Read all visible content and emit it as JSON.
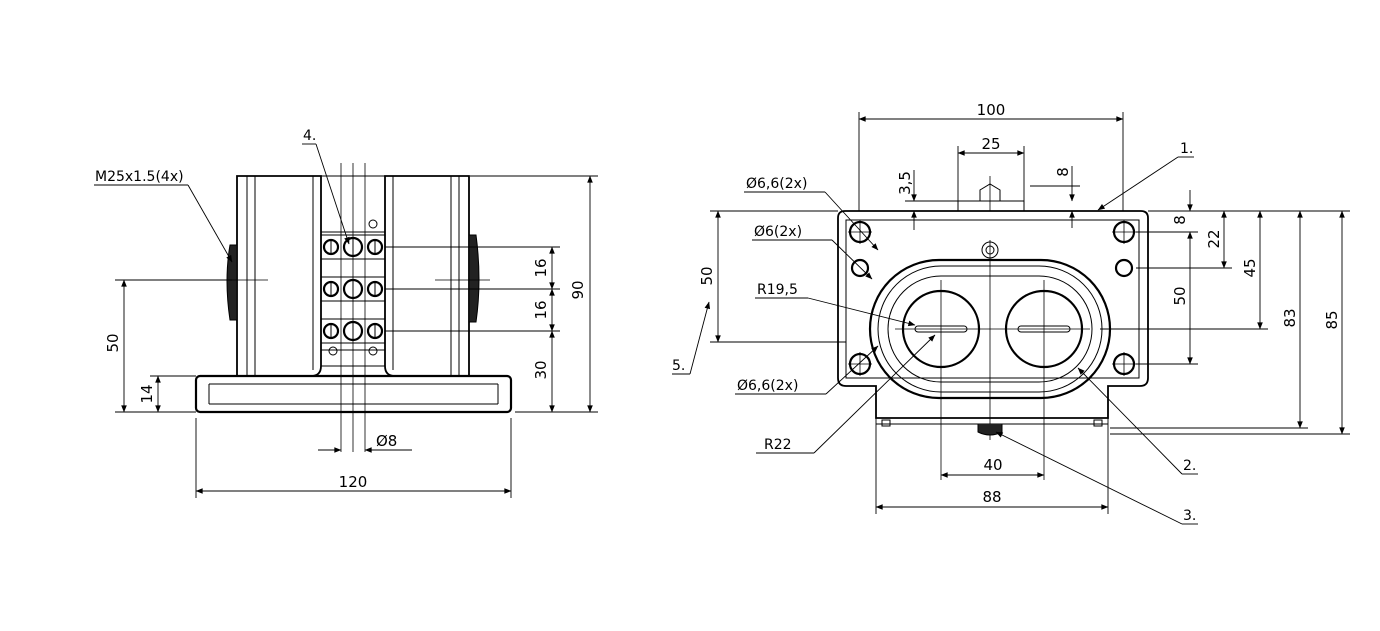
{
  "drawing": {
    "side_view": {
      "callouts": {
        "thread": "M25x1.5(4x)",
        "item4": "4."
      },
      "dimensions": {
        "width": "120",
        "height": "90",
        "axis_height": "50",
        "base_height": "14",
        "pitch_top": "16",
        "pitch_mid": "16",
        "bottom_row": "30",
        "diameter_pin": "Ø8"
      }
    },
    "front_view": {
      "callouts": {
        "item1": "1.",
        "item2": "2.",
        "item3": "3.",
        "item5": "5."
      },
      "dimensions": {
        "overall_width": "100",
        "cap_width": "25",
        "cap_height": "3,5",
        "cap_offset": "8",
        "hole_d66_top": "Ø6,6(2x)",
        "hole_d6": "Ø6(2x)",
        "radius_inner": "R19,5",
        "hole_d66_bottom": "Ø6,6(2x)",
        "radius_outer": "R22",
        "left_50": "50",
        "button_spacing": "40",
        "base_width": "88",
        "right_8": "8",
        "right_22": "22",
        "right_45": "45",
        "right_50": "50",
        "right_83": "83",
        "right_85": "85"
      }
    }
  }
}
